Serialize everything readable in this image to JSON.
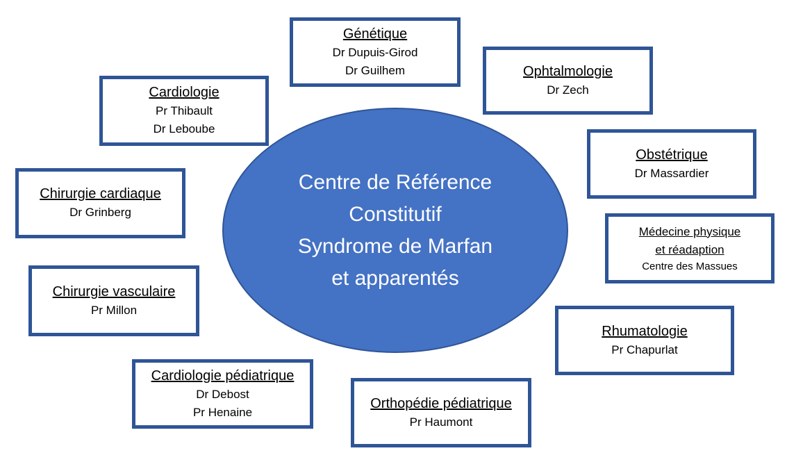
{
  "center": {
    "lines": [
      "Centre de Référence",
      "Constitutif",
      "Syndrome de Marfan",
      "et apparentés"
    ]
  },
  "boxes": {
    "genetique": {
      "title": "Génétique",
      "names": [
        "Dr Dupuis-Girod",
        "Dr Guilhem"
      ]
    },
    "ophtalmologie": {
      "title": "Ophtalmologie",
      "names": [
        "Dr Zech"
      ]
    },
    "cardiologie": {
      "title": "Cardiologie",
      "names": [
        "Pr Thibault",
        "Dr Leboube"
      ]
    },
    "obstetrique": {
      "title": "Obstétrique",
      "names": [
        "Dr Massardier"
      ]
    },
    "chirurgie_cardiaque": {
      "title": "Chirurgie cardiaque",
      "names": [
        "Dr Grinberg"
      ]
    },
    "medecine_physique": {
      "title_lines": [
        "Médecine physique",
        "et réadaption"
      ],
      "names": [
        "Centre des Massues"
      ]
    },
    "chirurgie_vasculaire": {
      "title": "Chirurgie vasculaire",
      "names": [
        "Pr Millon"
      ]
    },
    "rhumatologie": {
      "title": "Rhumatologie",
      "names": [
        "Pr Chapurlat"
      ]
    },
    "cardiologie_pediatrique": {
      "title": "Cardiologie pédiatrique",
      "names": [
        "Dr Debost",
        "Pr Henaine"
      ]
    },
    "orthopedie_pediatrique": {
      "title": "Orthopédie pédiatrique",
      "names": [
        "Pr Haumont"
      ]
    }
  },
  "colors": {
    "ellipse_fill": "#4472C4",
    "border": "#2F5597"
  }
}
